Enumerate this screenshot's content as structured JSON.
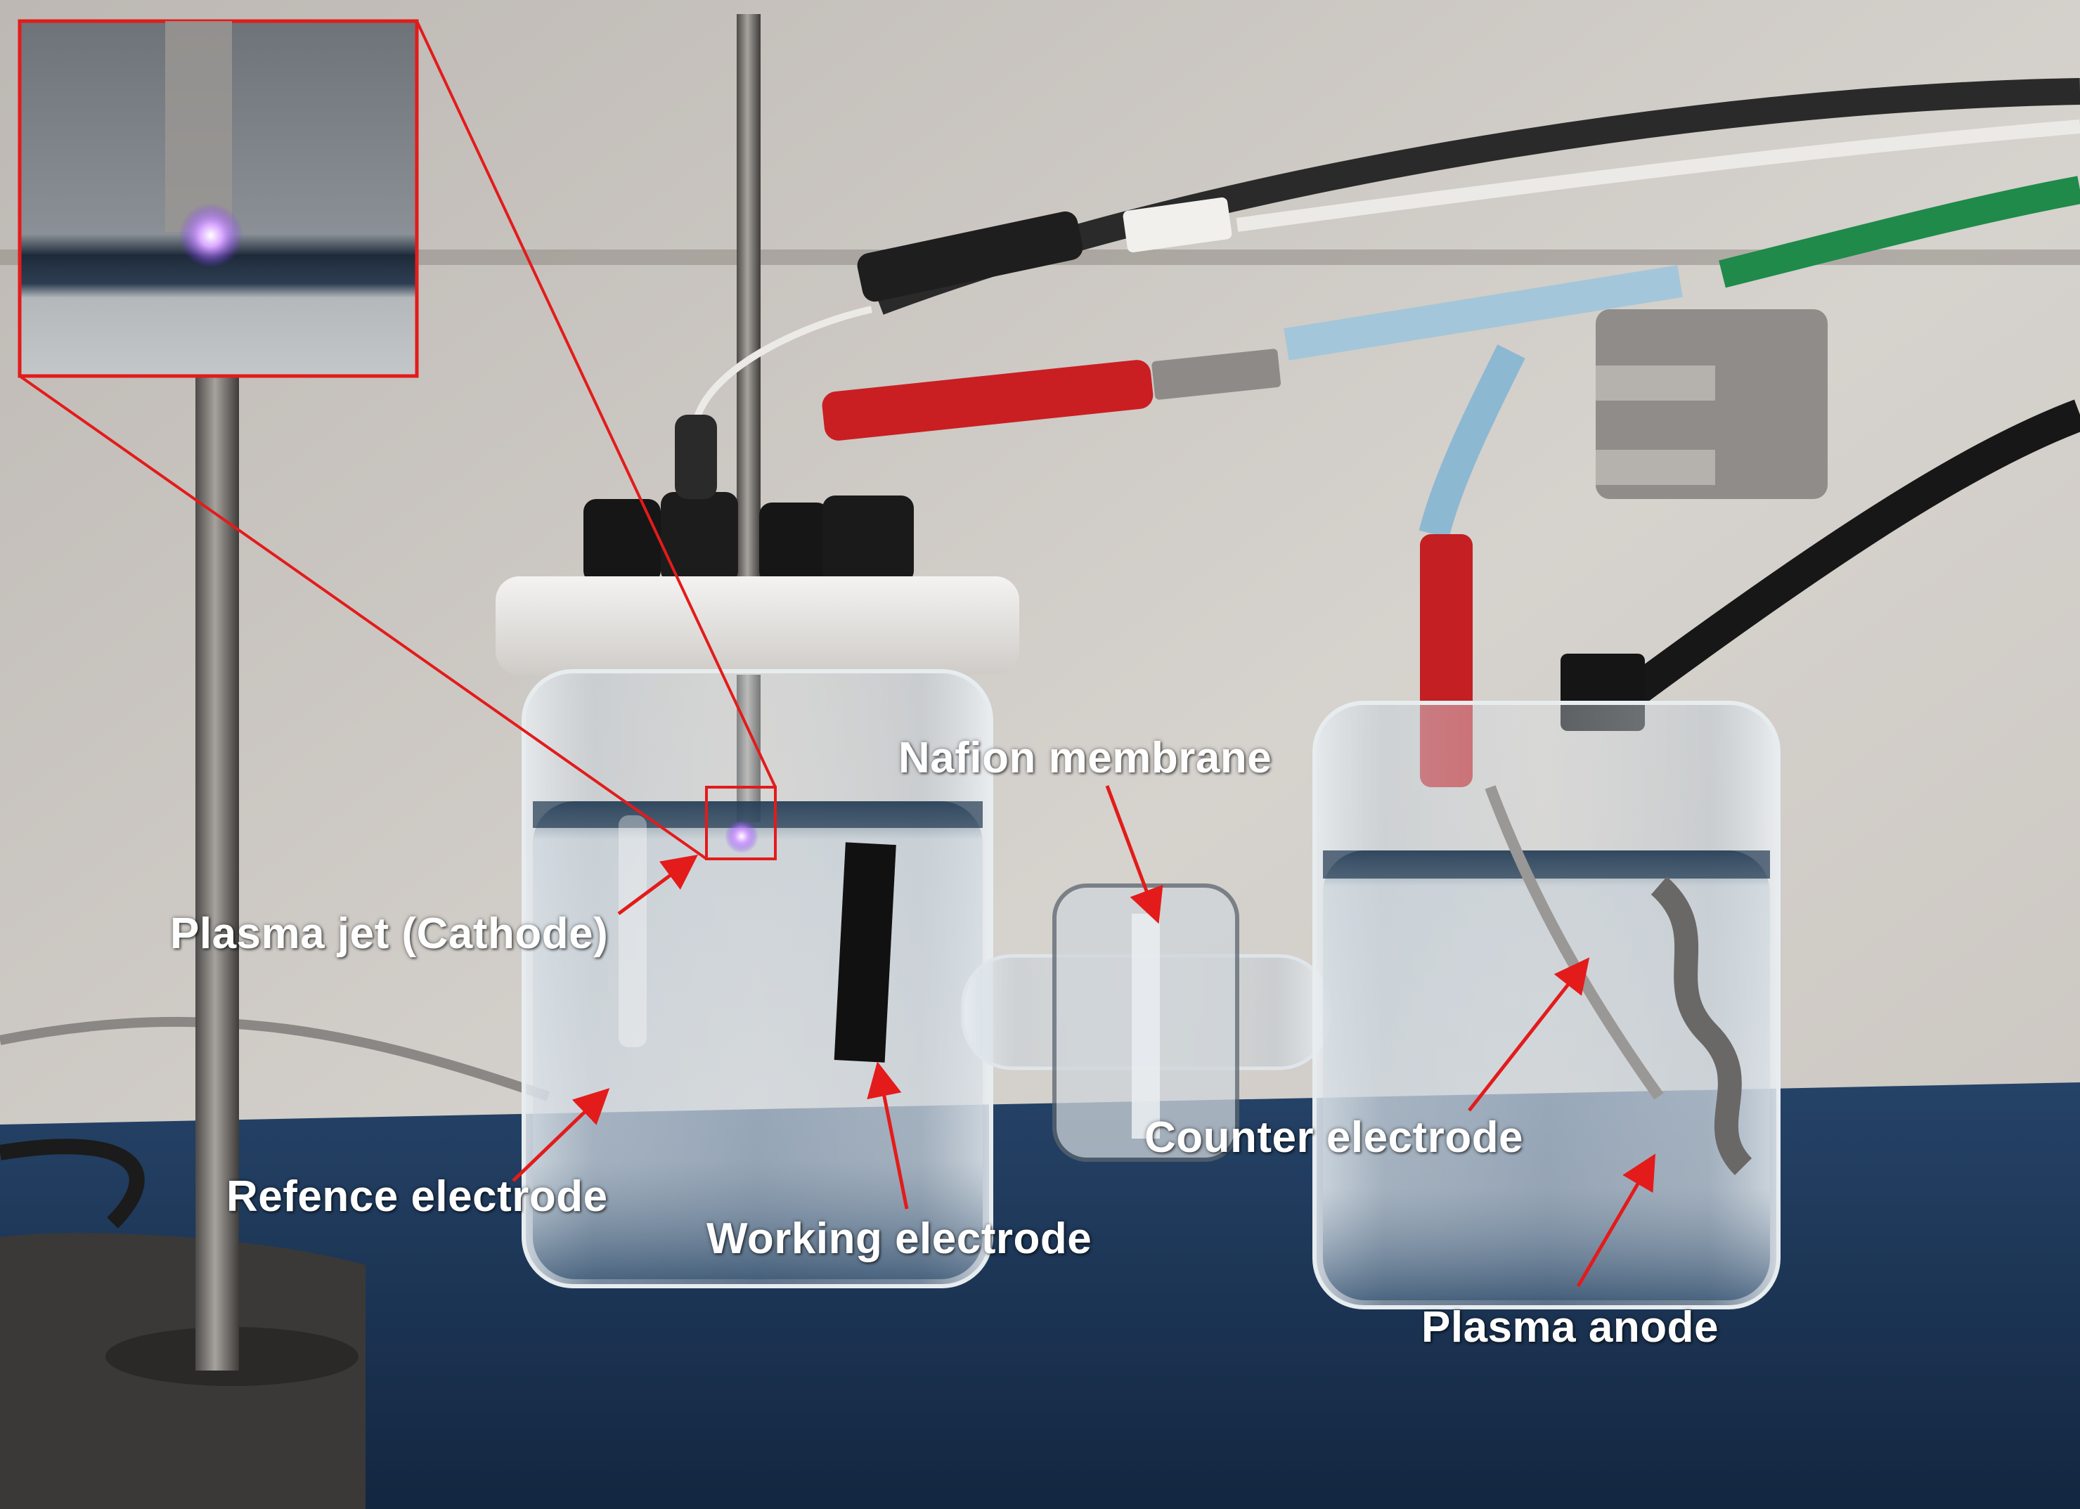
{
  "labels": {
    "plasma_jet": "Plasma jet (Cathode)",
    "nafion": "Nafion membrane",
    "counter": "Counter electrode",
    "reference": "Refence electrode",
    "working": "Working electrode",
    "anode": "Plasma anode"
  },
  "colors": {
    "annotation_arrow": "#e31b1b",
    "label_text": "#ffffff",
    "wall": "#cfcac4",
    "bench": "#1d3656",
    "plasma_glow": "#b56bff"
  }
}
